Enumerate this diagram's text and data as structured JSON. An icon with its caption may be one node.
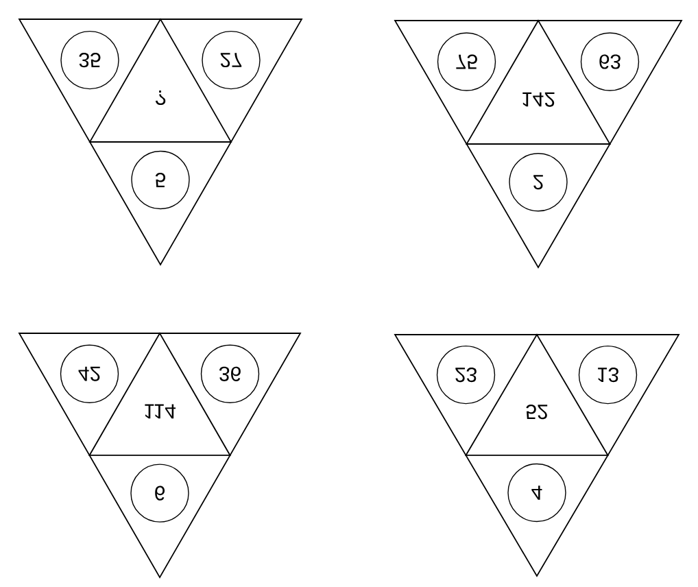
{
  "diagram": {
    "nodes": [
      {
        "text": [],
        "shape": "triangle"
      },
      {
        "text": [
          "35"
        ],
        "in": 0
      },
      {
        "text": [
          "27"
        ],
        "in": 0
      },
      {
        "text": [
          "?"
        ],
        "in": 0
      },
      {
        "text": [
          "5"
        ],
        "in": 0
      },
      {
        "text": [],
        "shape": "triangle"
      },
      {
        "text": [
          "75"
        ],
        "in": 5
      },
      {
        "text": [
          "63"
        ],
        "in": 5
      },
      {
        "text": [
          "142"
        ],
        "in": 5
      },
      {
        "text": [
          "2"
        ],
        "in": 5
      },
      {
        "text": [],
        "shape": "triangle"
      },
      {
        "text": [
          "42"
        ],
        "in": 10
      },
      {
        "text": [
          "36"
        ],
        "in": 10
      },
      {
        "text": [
          "114"
        ],
        "in": 10
      },
      {
        "text": [
          "6"
        ],
        "in": 10
      },
      {
        "text": [],
        "shape": "triangle"
      },
      {
        "text": [
          "23"
        ],
        "in": 15
      },
      {
        "text": [
          "13"
        ],
        "in": 15
      },
      {
        "text": [
          "52"
        ],
        "in": 15
      },
      {
        "text": [
          "4"
        ],
        "in": 15
      }
    ]
  }
}
